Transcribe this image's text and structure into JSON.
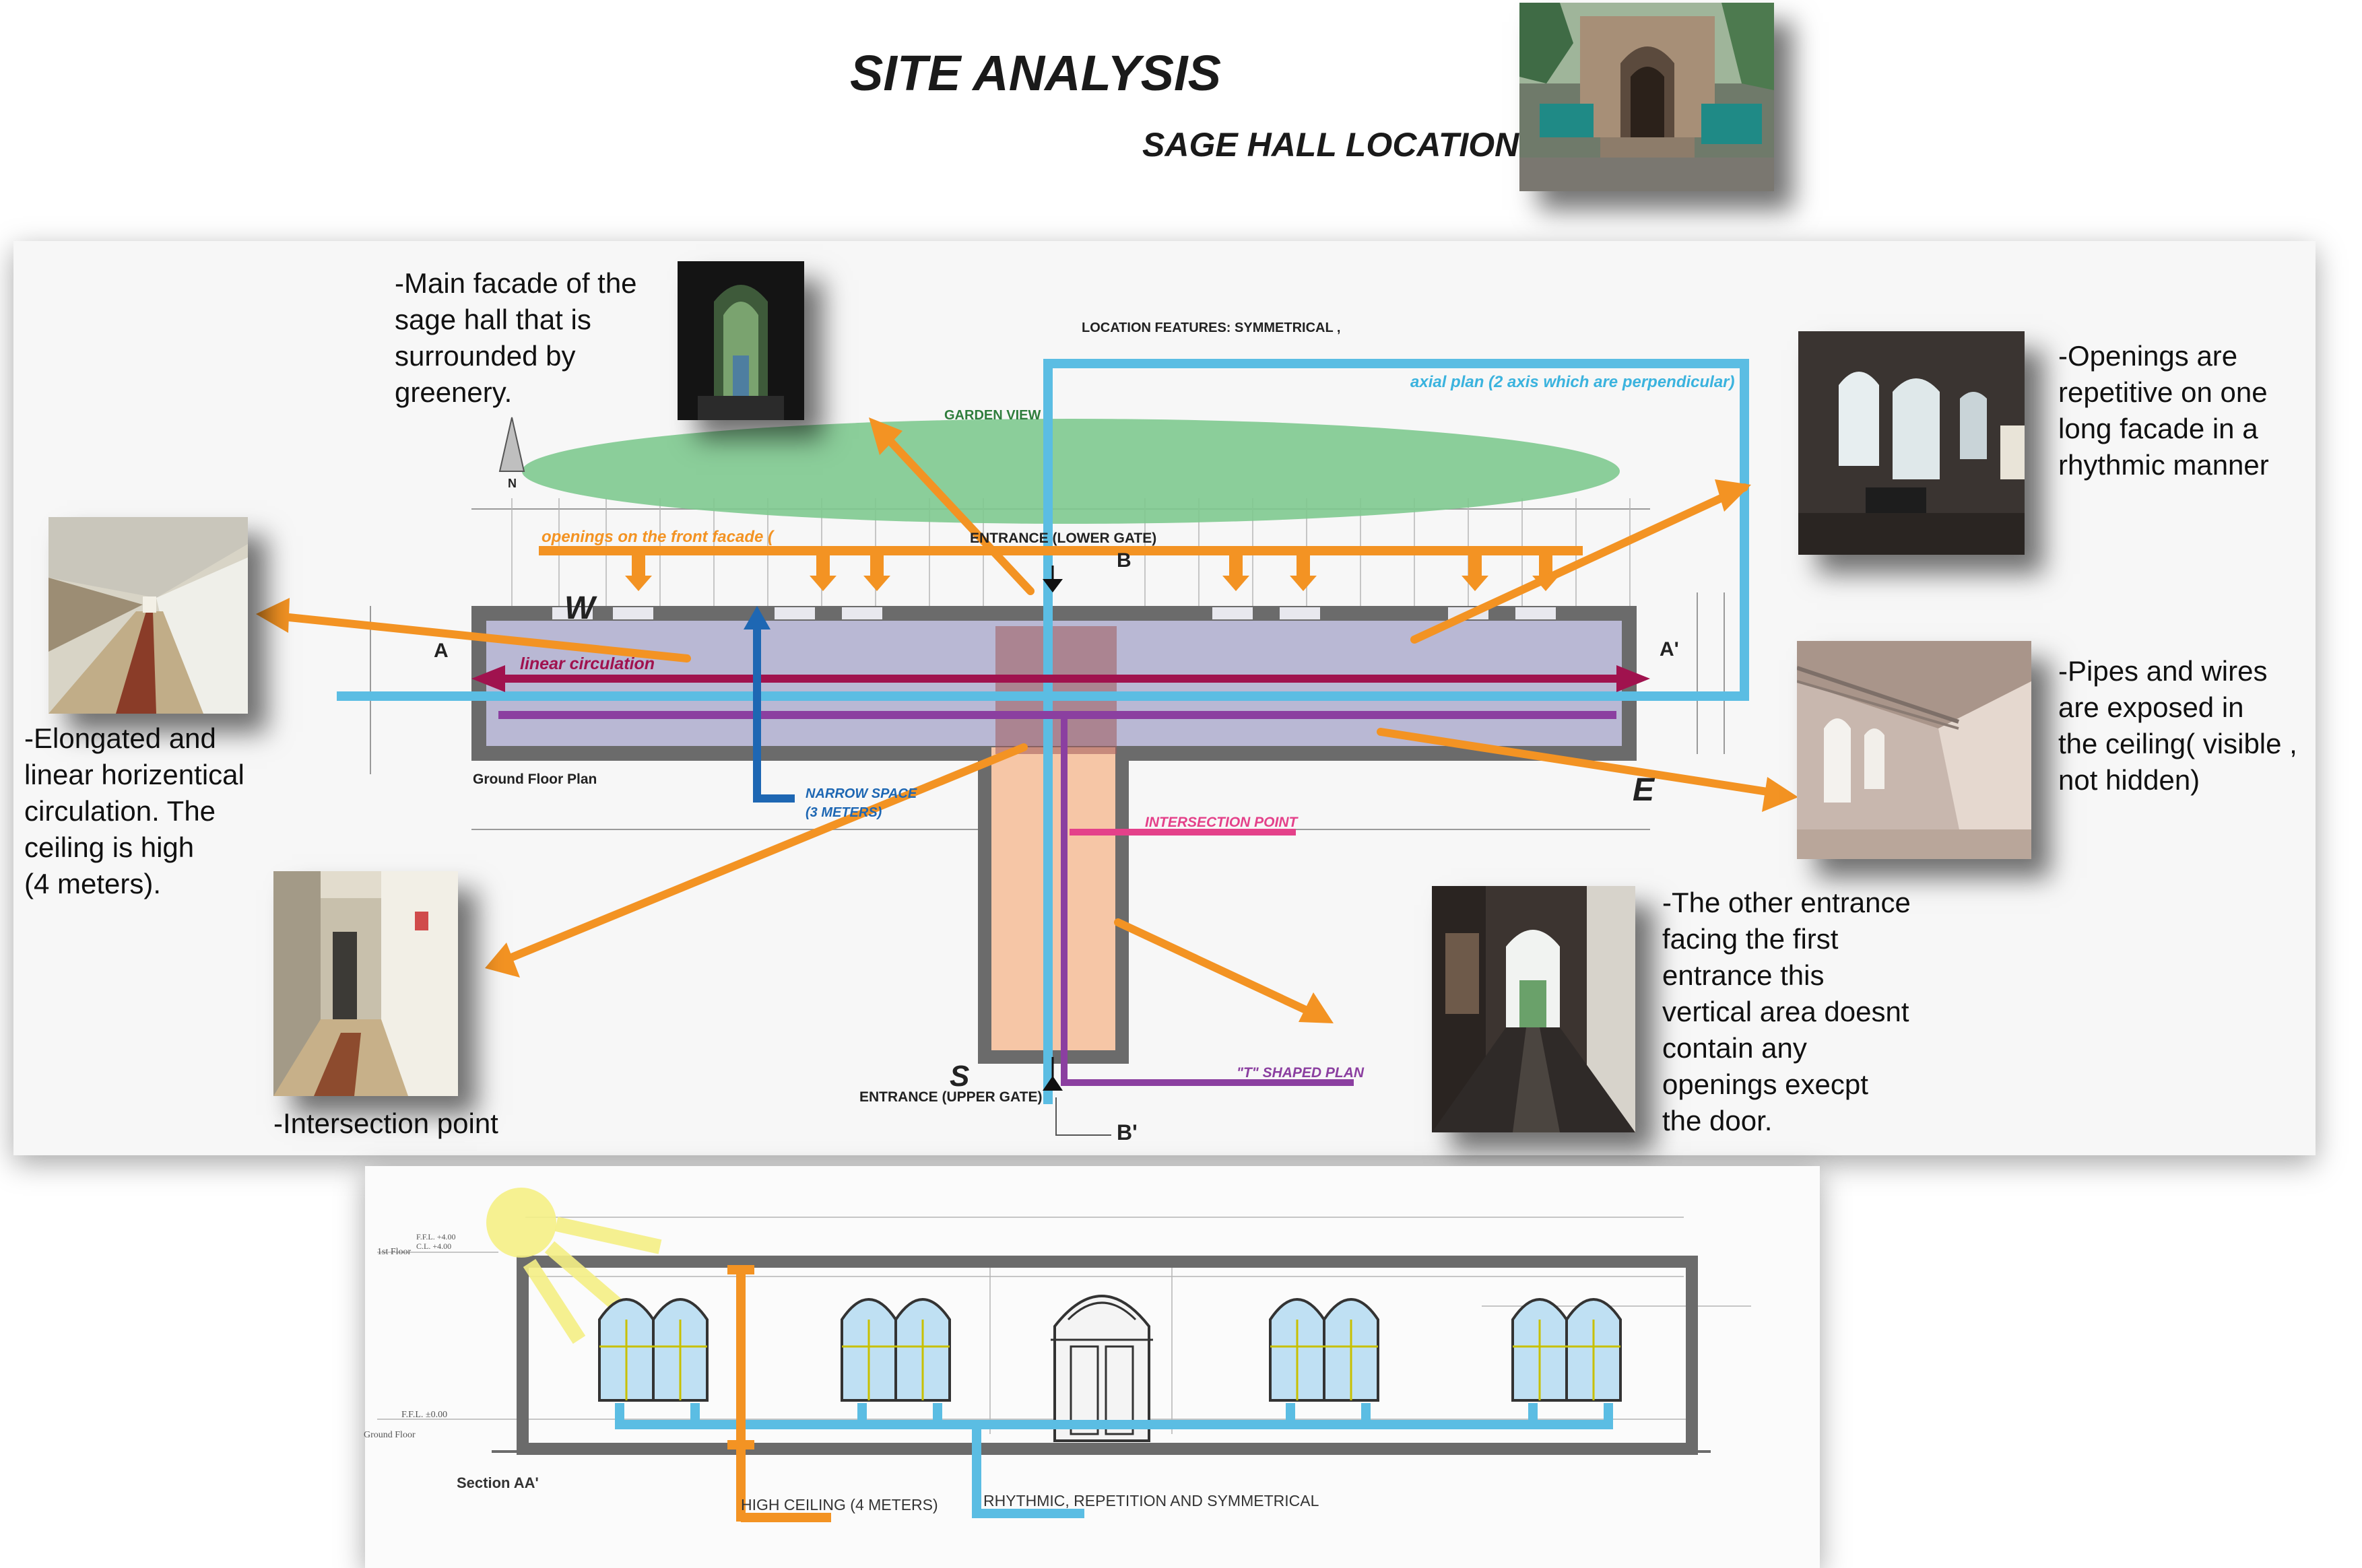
{
  "header": {
    "title": "SITE ANALYSIS",
    "subtitle": "SAGE HALL LOCATION"
  },
  "notes": {
    "main_facade": "-Main facade of the\nsage hall that is\nsurrounded by\ngreenery.",
    "openings": "-Openings are\nrepetitive on one\nlong facade in a\nrhythmic manner",
    "pipes": "-Pipes and wires\nare exposed in\nthe ceiling( visible ,\nnot hidden)",
    "elongated": "-Elongated and\nlinear horizentical\ncirculation. The\nceiling is high\n(4 meters).",
    "intersection": "-Intersection point",
    "other_entrance": "-The other entrance\nfacing the first\nentrance this\nvertical area doesnt\ncontain any\nopenings execpt\nthe door."
  },
  "plan": {
    "location_features": "LOCATION FEATURES: SYMMETRICAL ,",
    "axial_plan": "axial plan (2 axis which are perpendicular)",
    "garden_view": "GARDEN VIEW",
    "openings_front": "openings on the front facade (",
    "entrance_lower": "ENTRANCE (LOWER GATE)",
    "entrance_upper": "ENTRANCE (UPPER GATE)",
    "linear_circulation": "linear circulation",
    "narrow_space_1": "NARROW SPACE",
    "narrow_space_2": "(3 METERS)",
    "intersection_point": "INTERSECTION POINT",
    "t_shaped": "\"T\" SHAPED PLAN",
    "ground_floor_plan": "Ground Floor Plan",
    "label_W": "W",
    "label_E": "E",
    "label_S": "S",
    "label_N": "N",
    "label_A": "A",
    "label_A2": "A'",
    "label_B": "B",
    "label_B2": "B'"
  },
  "section": {
    "title": "Section AA'",
    "high_ceiling": "HIGH CEILING (4 METERS)",
    "rhythmic": "RHYTHMIC, REPETITION AND SYMMETRICAL",
    "ffl_top": "F.F.L. +4.00",
    "cl_top": "C.L. +4.00",
    "first_floor": "1st Floor",
    "ffl_ground": "F.F.L. ±0.00",
    "ground_floor": "Ground Floor"
  },
  "colors": {
    "orange": "#f39323",
    "axis_blue": "#5bbde3",
    "circulation": "#a0124e",
    "garden": "#7ec98f",
    "narrow_blue": "#1e67b3",
    "intersection_pink": "#e4418a",
    "t_purple": "#8b3fa0",
    "wall": "#6b6b6b",
    "corridor": "#b9b8d4",
    "arm": "#f6c6a6"
  }
}
